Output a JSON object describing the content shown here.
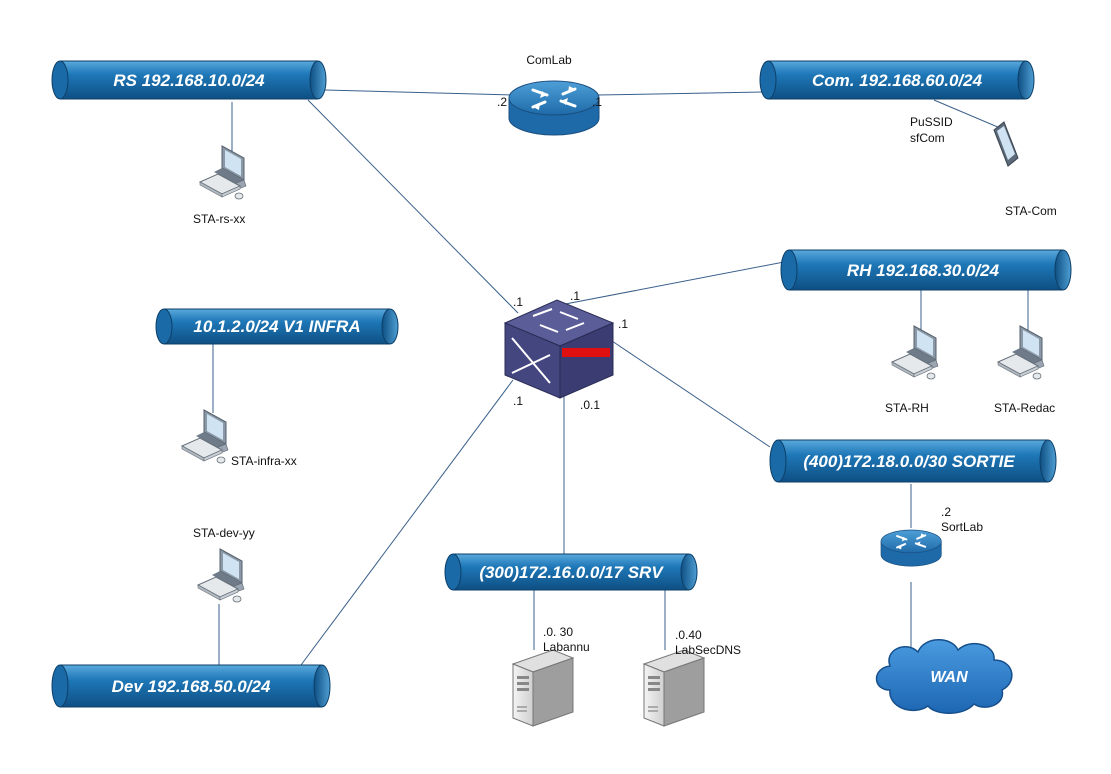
{
  "buses": {
    "rs": "RS 192.168.10.0/24",
    "com": "Com. 192.168.60.0/24",
    "rh": "RH 192.168.30.0/24",
    "infra": "10.1.2.0/24 V1 INFRA",
    "sortie": "(400)172.18.0.0/30 SORTIE",
    "srv": "(300)172.16.0.0/17 SRV",
    "dev": "Dev 192.168.50.0/24"
  },
  "routers": {
    "comlab": "ComLab",
    "sortlab": "SortLab"
  },
  "stations": {
    "rs": "STA-rs-xx",
    "infra": "STA-infra-xx",
    "dev": "STA-dev-yy",
    "rh": "STA-RH",
    "redac": "STA-Redac",
    "com": "STA-Com",
    "pussid": "PuSSID",
    "sfcom": "sfCom"
  },
  "servers": {
    "labannu": "Labannu",
    "labsecdns": "LabSecDNS"
  },
  "cloud": {
    "wan": "WAN"
  },
  "addresses": {
    "comlab_left": ".2",
    "comlab_right": ".1",
    "sw_rs": ".1",
    "sw_rh": ".1",
    "sw_sortie": ".1",
    "sw_dev": ".1",
    "sw_srv": ".0.1",
    "sortlab": ".2",
    "labannu": ".0. 30",
    "labsecdns": ".0.40"
  },
  "colors": {
    "bus": "#1f78b8",
    "link": "#3a5f8a",
    "switch_body": "#3d3f78",
    "switch_alert": "#e01010",
    "cloud": "#2b7fd0"
  }
}
